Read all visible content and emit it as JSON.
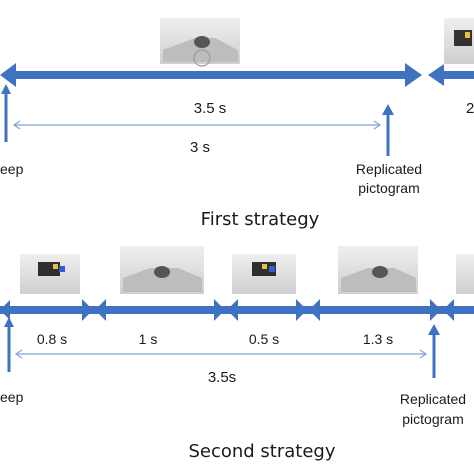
{
  "first_strategy": {
    "title": "First strategy",
    "durations": {
      "total": "3.5 s",
      "segment": "3 s",
      "next": "2"
    },
    "labels": {
      "start": "eep",
      "event": "Replicated",
      "event_line2": "pictogram"
    }
  },
  "second_strategy": {
    "title": "Second strategy",
    "durations": {
      "seg1": "0.8 s",
      "seg2": "1 s",
      "seg3": "0.5 s",
      "seg4": "1.3 s",
      "total": "3.5s"
    },
    "labels": {
      "start": "eep",
      "event": "Replicated",
      "event_line2": "pictogram"
    }
  },
  "colors": {
    "arrow": "#3f72c0",
    "arrow_light": "#7ea8d8",
    "text": "#1a1a1a",
    "thumb": "#d4d4d4"
  }
}
